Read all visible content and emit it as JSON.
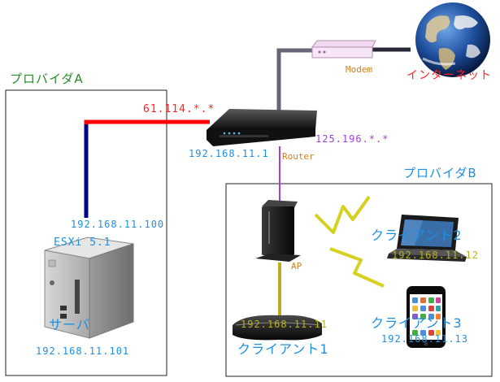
{
  "colors": {
    "provider_a": "#2a8a2a",
    "provider_b": "#1e8fe0",
    "wan_a": "#ff2020",
    "wan_b": "#a040e0",
    "lan_ip": "#1e8fe0",
    "router_label": "#d08020",
    "internet_label": "#ff2020",
    "line_red": "#ff0000",
    "line_blue": "#00008b",
    "line_gray": "#55556a",
    "line_purple": "#a040e0",
    "line_olive": "#b8b020",
    "line_yellow": "#d6d020"
  },
  "providers": {
    "a_label": "プロバイダA",
    "b_label": "プロバイダB"
  },
  "internet": {
    "label": "インターネット",
    "icon": "globe-icon"
  },
  "modem": {
    "label": "Modem",
    "icon": "modem-icon"
  },
  "router": {
    "label": "Router",
    "lan_ip": "192.168.11.1",
    "wan_ip_a": "61.114.*.*",
    "wan_ip_b": "125.196.*.*",
    "icon": "router-icon"
  },
  "server": {
    "label": "サーバ",
    "esxi_label": "ESXi 5.1",
    "esxi_ip": "192.168.11.100",
    "ip": "192.168.11.101",
    "icon": "server-icon"
  },
  "ap": {
    "label": "AP",
    "icon": "access-point-icon"
  },
  "clients": [
    {
      "label": "クライアント1",
      "ip": "192.168.11.11",
      "icon": "game-console-icon"
    },
    {
      "label": "クライアント2",
      "ip": "192.168.11.12",
      "icon": "laptop-icon"
    },
    {
      "label": "クライアント3",
      "ip": "192.168.11.13",
      "icon": "smartphone-icon"
    }
  ]
}
